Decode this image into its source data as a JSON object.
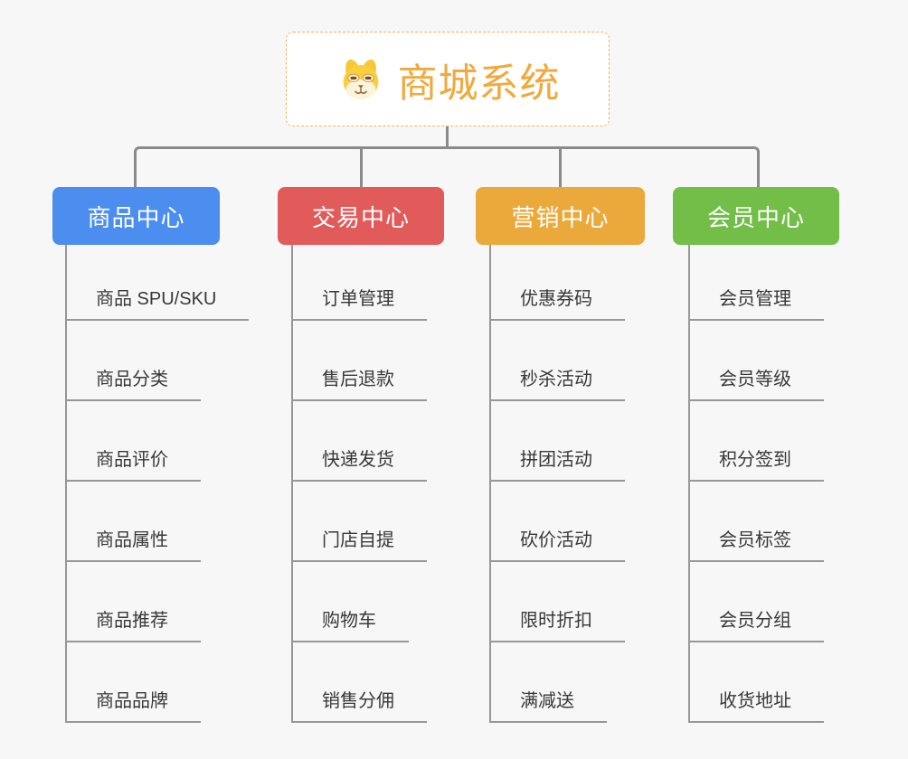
{
  "root": {
    "title": "商城系统",
    "icon": "shiba-dog-icon",
    "accent_color": "#F0A93C",
    "border_color": "#F0B357"
  },
  "connector_color": "#8A8A8A",
  "background_color": "#F7F7F7",
  "branches": [
    {
      "label": "商品中心",
      "color": "#4C8DF0",
      "items": [
        "商品 SPU/SKU",
        "商品分类",
        "商品评价",
        "商品属性",
        "商品推荐",
        "商品品牌"
      ]
    },
    {
      "label": "交易中心",
      "color": "#E25B5B",
      "items": [
        "订单管理",
        "售后退款",
        "快递发货",
        "门店自提",
        "购物车",
        "销售分佣"
      ]
    },
    {
      "label": "营销中心",
      "color": "#EBA93C",
      "items": [
        "优惠券码",
        "秒杀活动",
        "拼团活动",
        "砍价活动",
        "限时折扣",
        "满减送"
      ]
    },
    {
      "label": "会员中心",
      "color": "#72BE49",
      "items": [
        "会员管理",
        "会员等级",
        "积分签到",
        "会员标签",
        "会员分组",
        "收货地址"
      ]
    }
  ]
}
